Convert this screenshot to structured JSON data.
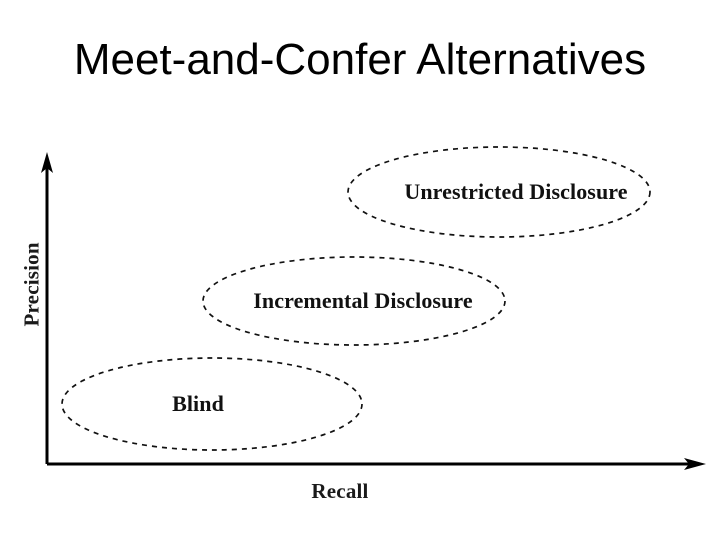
{
  "slide": {
    "title": "Meet-and-Confer Alternatives",
    "background_color": "#ffffff",
    "ink_color": "#000000"
  },
  "chart_data": {
    "type": "scatter",
    "title": "Meet-and-Confer Alternatives",
    "xlabel": "Recall",
    "ylabel": "Precision",
    "grid": false,
    "legend": null,
    "axis_style": "arrow-headed, unlabeled ticks",
    "xlim": [
      0,
      1
    ],
    "ylim": [
      0,
      1
    ],
    "regions": [
      {
        "label": "Blind",
        "shape": "ellipse",
        "stroke": "dashed",
        "stroke_color": "#111111",
        "recall_rank": 1,
        "precision_rank": 1,
        "cx": 212,
        "cy": 404,
        "rx": 150,
        "ry": 46
      },
      {
        "label": "Incremental Disclosure",
        "shape": "ellipse",
        "stroke": "dashed",
        "stroke_color": "#111111",
        "recall_rank": 2,
        "precision_rank": 2,
        "cx": 354,
        "cy": 301,
        "rx": 151,
        "ry": 44
      },
      {
        "label": "Unrestricted Disclosure",
        "shape": "ellipse",
        "stroke": "dashed",
        "stroke_color": "#111111",
        "recall_rank": 3,
        "precision_rank": 3,
        "cx": 499,
        "cy": 192,
        "rx": 151,
        "ry": 45
      }
    ],
    "annotation": "Three dashed ellipses arranged along an increasing diagonal from low recall / low precision (Blind) to high recall / high precision (Unrestricted Disclosure)."
  },
  "axes": {
    "y_label": "Precision",
    "x_label": "Recall",
    "origin_x": 47,
    "origin_y": 464,
    "y_top": 156,
    "x_right": 704
  },
  "regions_text": {
    "blind": "Blind",
    "incremental": "Incremental Disclosure",
    "unrestricted": "Unrestricted Disclosure"
  }
}
